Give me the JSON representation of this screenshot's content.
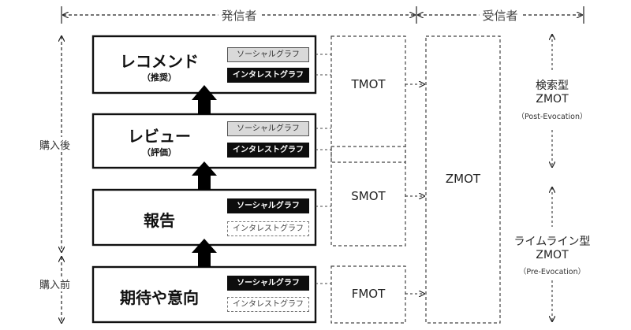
{
  "header": {
    "sender": "発信者",
    "receiver": "受信者"
  },
  "left_labels": {
    "post_purchase": "購入後",
    "pre_purchase": "購入前"
  },
  "stages": [
    {
      "title": "レコメンド",
      "subtitle": "（推奨）",
      "social_tag": "ソーシャルグラフ",
      "interest_tag": "インタレストグラフ"
    },
    {
      "title": "レビュー",
      "subtitle": "（評価）",
      "social_tag": "ソーシャルグラフ",
      "interest_tag": "インタレストグラフ"
    },
    {
      "title": "報告",
      "subtitle": "",
      "social_tag": "ソーシャルグラフ",
      "interest_tag": "インタレストグラフ"
    },
    {
      "title": "期待や意向",
      "subtitle": "",
      "social_tag": "ソーシャルグラフ",
      "interest_tag": "インタレストグラフ"
    }
  ],
  "mot": {
    "tmot": "TMOT",
    "smot": "SMOT",
    "fmot": "FMOT",
    "zmot": "ZMOT"
  },
  "right_labels": {
    "search_title": "検索型",
    "search_zmot": "ZMOT",
    "search_sub": "（Post-Evocation）",
    "timeline_title": "ライムライン型",
    "timeline_zmot": "ZMOT",
    "timeline_sub": "（Pre-Evocation）"
  },
  "colors": {
    "black": "#0d0d0d",
    "gray_tag": "#d9d9d9",
    "dashed_line": "#444444"
  }
}
